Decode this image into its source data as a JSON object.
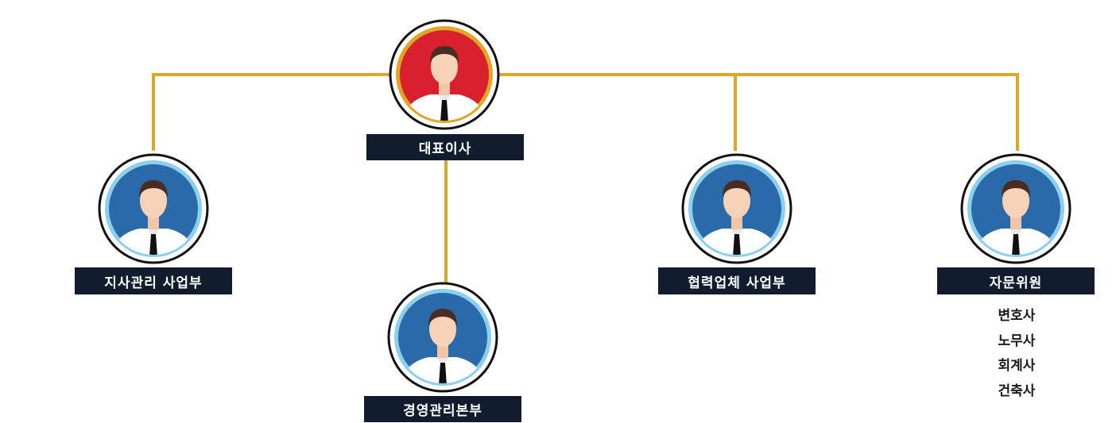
{
  "colors": {
    "connector": "#e0a726",
    "label_bg": "#111c2e",
    "ceo_fill": "#d9202e",
    "ceo_ring": "#e0a726",
    "staff_fill": "#2a6aa8",
    "staff_ring": "#8cd0f0"
  },
  "nodes": {
    "ceo": {
      "label": "대표이사",
      "icon": "person-avatar-icon"
    },
    "branch": {
      "label": "지사관리 사업부",
      "icon": "person-avatar-icon"
    },
    "management": {
      "label": "경영관리본부",
      "icon": "person-avatar-icon"
    },
    "partner": {
      "label": "협력업체 사업부",
      "icon": "person-avatar-icon"
    },
    "advisor": {
      "label": "자문위원",
      "icon": "person-avatar-icon",
      "members": [
        "변호사",
        "노무사",
        "회계사",
        "건축사"
      ]
    }
  }
}
